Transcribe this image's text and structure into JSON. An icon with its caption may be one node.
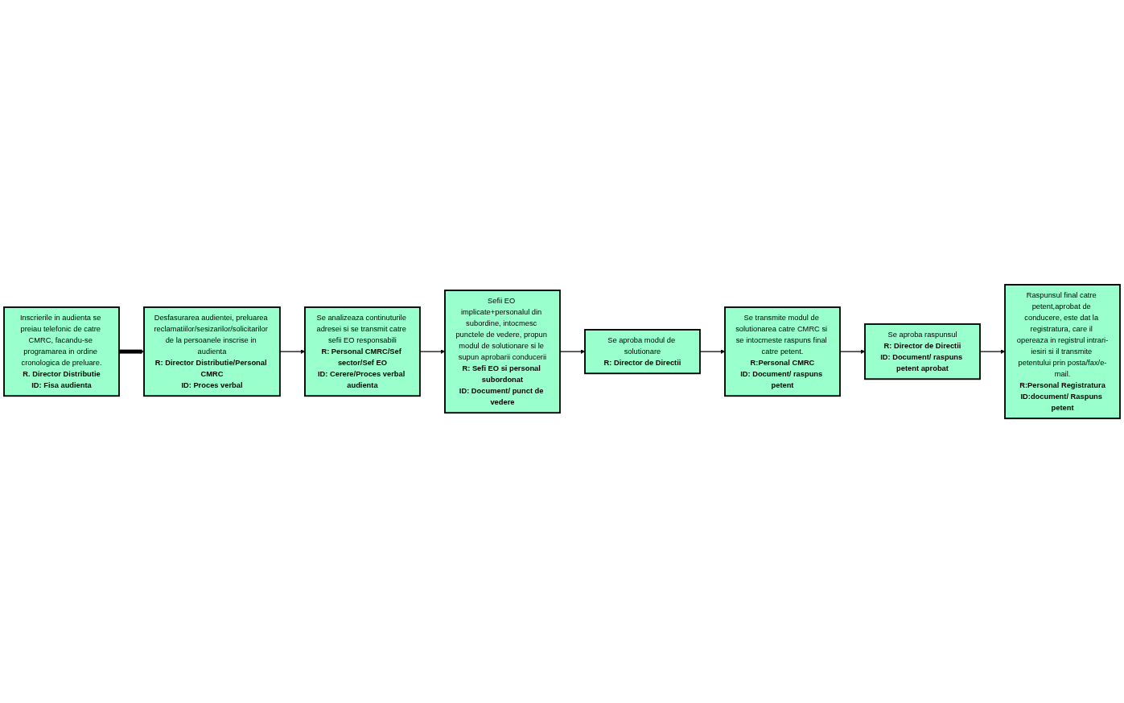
{
  "diagram": {
    "nodes": [
      {
        "text": [
          "Inscrierile in audienta se preiau telefonic de catre CMRC, facandu-se programarea in ordine cronologica de preluare.",
          "R. Director Distributie",
          "ID: Fisa audienta"
        ]
      },
      {
        "text": [
          "Desfasurarea audientei, preluarea reclamatiilor/sesizarilor/solicitarilor de la persoanele inscrise in audienta",
          "R: Director Distributie/Personal CMRC",
          "ID: Proces verbal"
        ]
      },
      {
        "text": [
          "Se analizeaza continuturile adresei si se transmit catre sefii EO responsabili",
          "R: Personal CMRC/Sef sector/Sef EO",
          "ID: Cerere/Proces verbal audienta"
        ]
      },
      {
        "text": [
          "Sefii EO implicate+personalul din subordine, intocmesc punctele de vedere, propun modul de solutionare si le supun aprobarii conducerii",
          "R: Sefi EO si personal subordonat",
          "ID: Document/ punct de vedere"
        ]
      },
      {
        "text": [
          "Se aproba modul de solutionare",
          "R: Director de Directii"
        ]
      },
      {
        "text": [
          "Se transmite modul de solutionarea catre CMRC si se intocmeste raspuns final catre petent.",
          "R:Personal CMRC",
          "ID: Document/ raspuns petent"
        ]
      },
      {
        "text": [
          "Se aproba raspunsul",
          "R: Director de Directii",
          "ID: Document/ raspuns petent aprobat"
        ]
      },
      {
        "text": [
          "Raspunsul final catre petent,aprobat de conducere, este dat la registratura, care il opereaza in registrul intrari-iesiri si il transmite petentului prin posta/fax/e-mail.",
          "R:Personal Registratura",
          "ID:document/ Raspuns petent"
        ]
      }
    ],
    "edges": [
      {
        "from": 0,
        "to": 1,
        "arrow": "to",
        "style": "thick"
      },
      {
        "from": 1,
        "to": 2,
        "arrow": "to"
      },
      {
        "from": 2,
        "to": 3,
        "arrow": "to"
      },
      {
        "from": 3,
        "to": 4,
        "arrow": "to"
      },
      {
        "from": 4,
        "to": 5,
        "arrow": "to"
      },
      {
        "from": 5,
        "to": 6,
        "arrow": "to"
      },
      {
        "from": 6,
        "to": 7,
        "arrow": "to"
      }
    ]
  }
}
